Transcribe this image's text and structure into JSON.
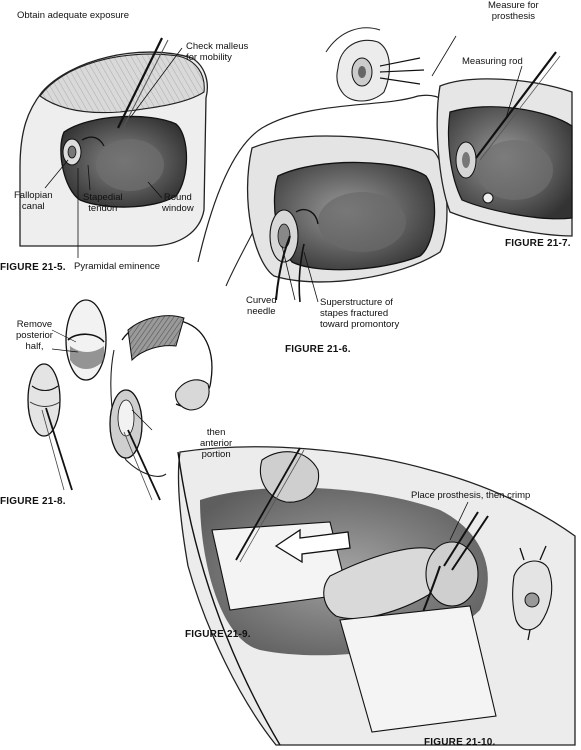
{
  "fig5": {
    "caption": "FIGURE 21-5.",
    "labels": {
      "exposure": "Obtain adequate exposure",
      "malleus": [
        "Check malleus",
        "for mobility"
      ],
      "fallopian": [
        "Fallopian",
        "canal"
      ],
      "stapedial": [
        "Stapedial",
        "tendon"
      ],
      "round": [
        "Round",
        "window"
      ],
      "pyramidal": "Pyramidal eminence"
    }
  },
  "fig6": {
    "caption": "FIGURE 21-6.",
    "labels": {
      "curved": [
        "Curved",
        "needle"
      ],
      "superstructure": [
        "Superstructure of",
        "stapes fractured",
        "toward promontory"
      ]
    }
  },
  "fig7": {
    "caption": "FIGURE 21-7.",
    "labels": {
      "measure": [
        "Measure for",
        "prosthesis"
      ],
      "rod": "Measuring rod"
    }
  },
  "fig8": {
    "caption": "FIGURE 21-8.",
    "labels": {
      "remove": [
        "Remove",
        "posterior",
        "half,"
      ],
      "then": [
        "then",
        "anterior",
        "portion"
      ]
    }
  },
  "fig9": {
    "caption": "FIGURE 21-9."
  },
  "fig10": {
    "caption": "FIGURE 21-10.",
    "labels": {
      "place": "Place prosthesis, then crimp"
    }
  }
}
